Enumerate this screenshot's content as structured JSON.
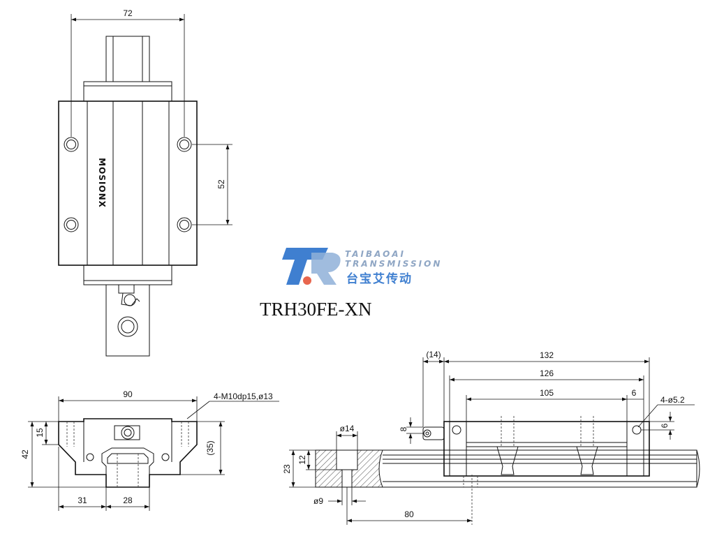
{
  "title": "TRH30FE-XN",
  "brand": {
    "english_line1": "TAIBAOAI",
    "english_line2": "TRANSMISSION",
    "chinese": "台宝艾传动",
    "block_logo": "MOSIONX"
  },
  "top_view": {
    "width_dim": "72",
    "hole_pitch_dim": "52"
  },
  "end_view": {
    "width_dim": "90",
    "thread_note": "4-M10dp15,ø13",
    "height_dim": "42",
    "flange_dim": "15",
    "ref_height_dim": "(35)",
    "side_dim": "31",
    "rail_width_dim": "28"
  },
  "side_view": {
    "grease_dim": "(14)",
    "length_dim": "132",
    "body_dim": "126",
    "pitch_dim": "105",
    "offset_dim": "6",
    "hole_note": "4-ø5.2",
    "small_height_dim": "6",
    "grease_height_dim": "8",
    "rail_bore_dim": "ø14",
    "rail_height_dim": "23",
    "counterbore_depth_dim": "12",
    "rail_hole_dim": "ø9",
    "rail_pitch_dim": "80"
  }
}
